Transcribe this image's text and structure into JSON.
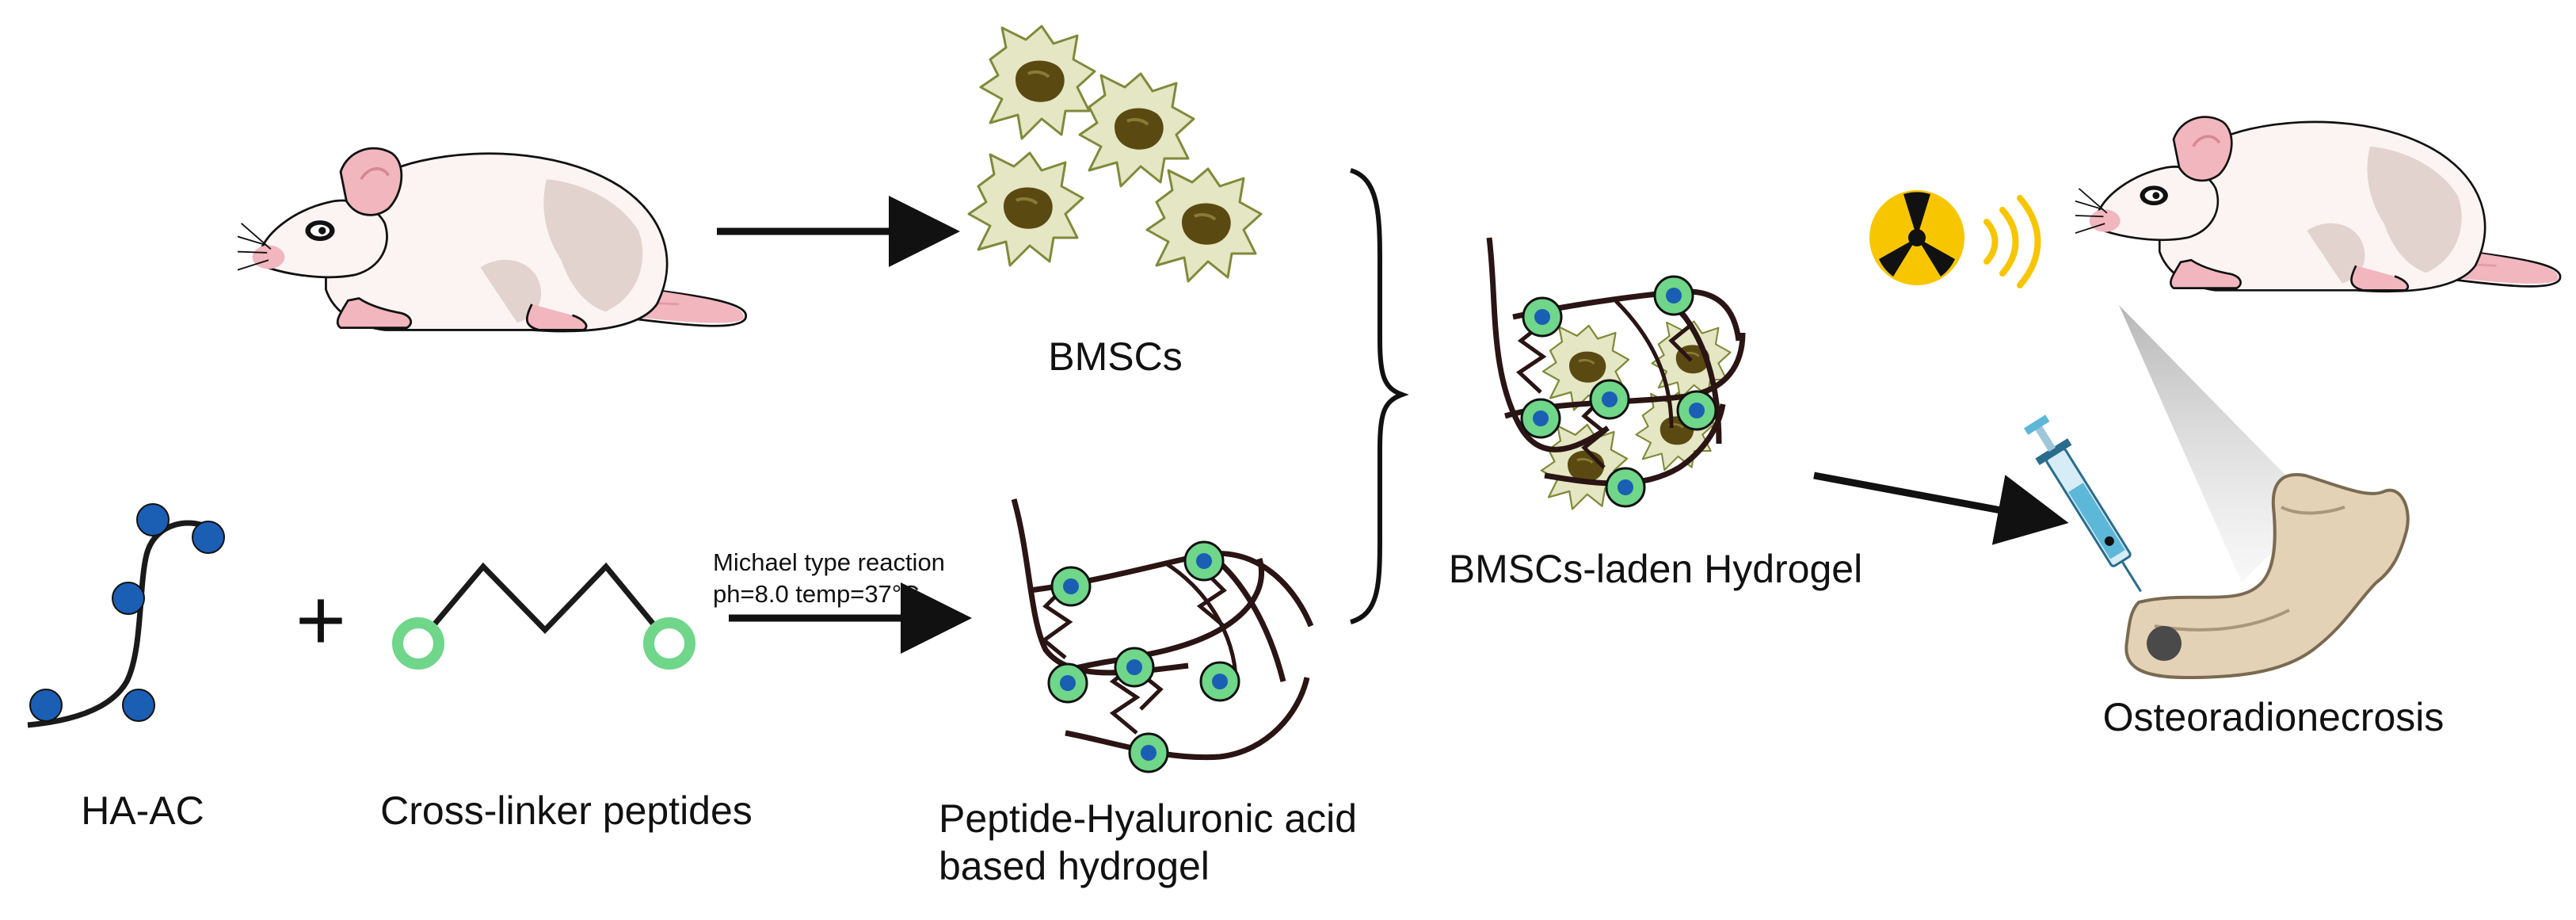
{
  "labels": {
    "bmscs": "BMSCs",
    "ha_ac": "HA-AC",
    "crosslinker": "Cross-linker peptides",
    "reaction_line1": "Michael type reaction",
    "reaction_line2": "ph=8.0 temp=37°C",
    "hydrogel_line1": "Peptide-Hyaluronic acid",
    "hydrogel_line2": "based hydrogel",
    "laden": "BMSCs-laden Hydrogel",
    "ord": "Osteoradionecrosis",
    "plus": "+"
  },
  "colors": {
    "node_blue": "#1a5fb4",
    "ring_green": "#6fd68a",
    "cell_fill": "#e4e6c4",
    "nucleus": "#5a4a12",
    "mouse_body": "#fbf4f2",
    "mouse_patch": "#e3d3ce",
    "mouse_pink": "#f2b6be",
    "radiation_yellow": "#f7c600",
    "bone": "#e4d2b6"
  },
  "icons": {
    "mouse": "mouse-icon",
    "cell": "cell-icon",
    "radiation": "radiation-icon",
    "syringe": "syringe-icon",
    "jaw": "jawbone-icon"
  }
}
